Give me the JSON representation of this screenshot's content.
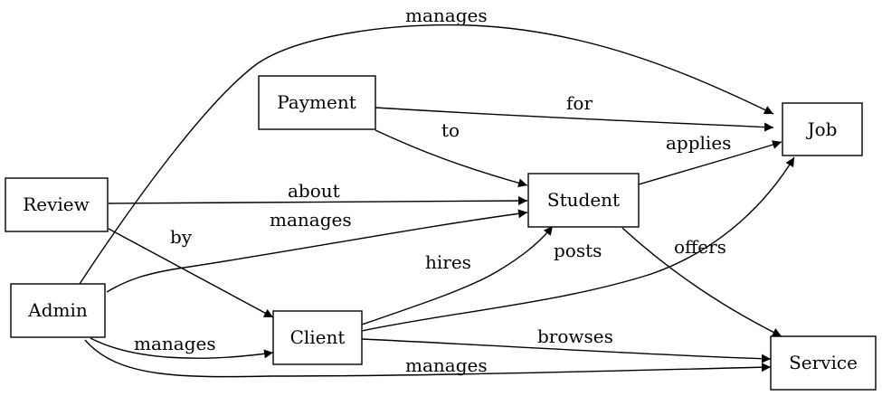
{
  "diagram": {
    "nodes": [
      {
        "id": "payment",
        "label": "Payment"
      },
      {
        "id": "job",
        "label": "Job"
      },
      {
        "id": "review",
        "label": "Review"
      },
      {
        "id": "student",
        "label": "Student"
      },
      {
        "id": "admin",
        "label": "Admin"
      },
      {
        "id": "client",
        "label": "Client"
      },
      {
        "id": "service",
        "label": "Service"
      }
    ],
    "edges": [
      {
        "from": "admin",
        "to": "job",
        "label": "manages"
      },
      {
        "from": "payment",
        "to": "job",
        "label": "for"
      },
      {
        "from": "payment",
        "to": "student",
        "label": "to"
      },
      {
        "from": "student",
        "to": "job",
        "label": "applies"
      },
      {
        "from": "review",
        "to": "student",
        "label": "about"
      },
      {
        "from": "admin",
        "to": "student",
        "label": "manages"
      },
      {
        "from": "review",
        "to": "client",
        "label": "by"
      },
      {
        "from": "client",
        "to": "student",
        "label": "hires"
      },
      {
        "from": "client",
        "to": "job",
        "label": "posts"
      },
      {
        "from": "student",
        "to": "service",
        "label": "offers"
      },
      {
        "from": "admin",
        "to": "client",
        "label": "manages"
      },
      {
        "from": "client",
        "to": "service",
        "label": "browses"
      },
      {
        "from": "admin",
        "to": "service",
        "label": "manages"
      }
    ]
  }
}
